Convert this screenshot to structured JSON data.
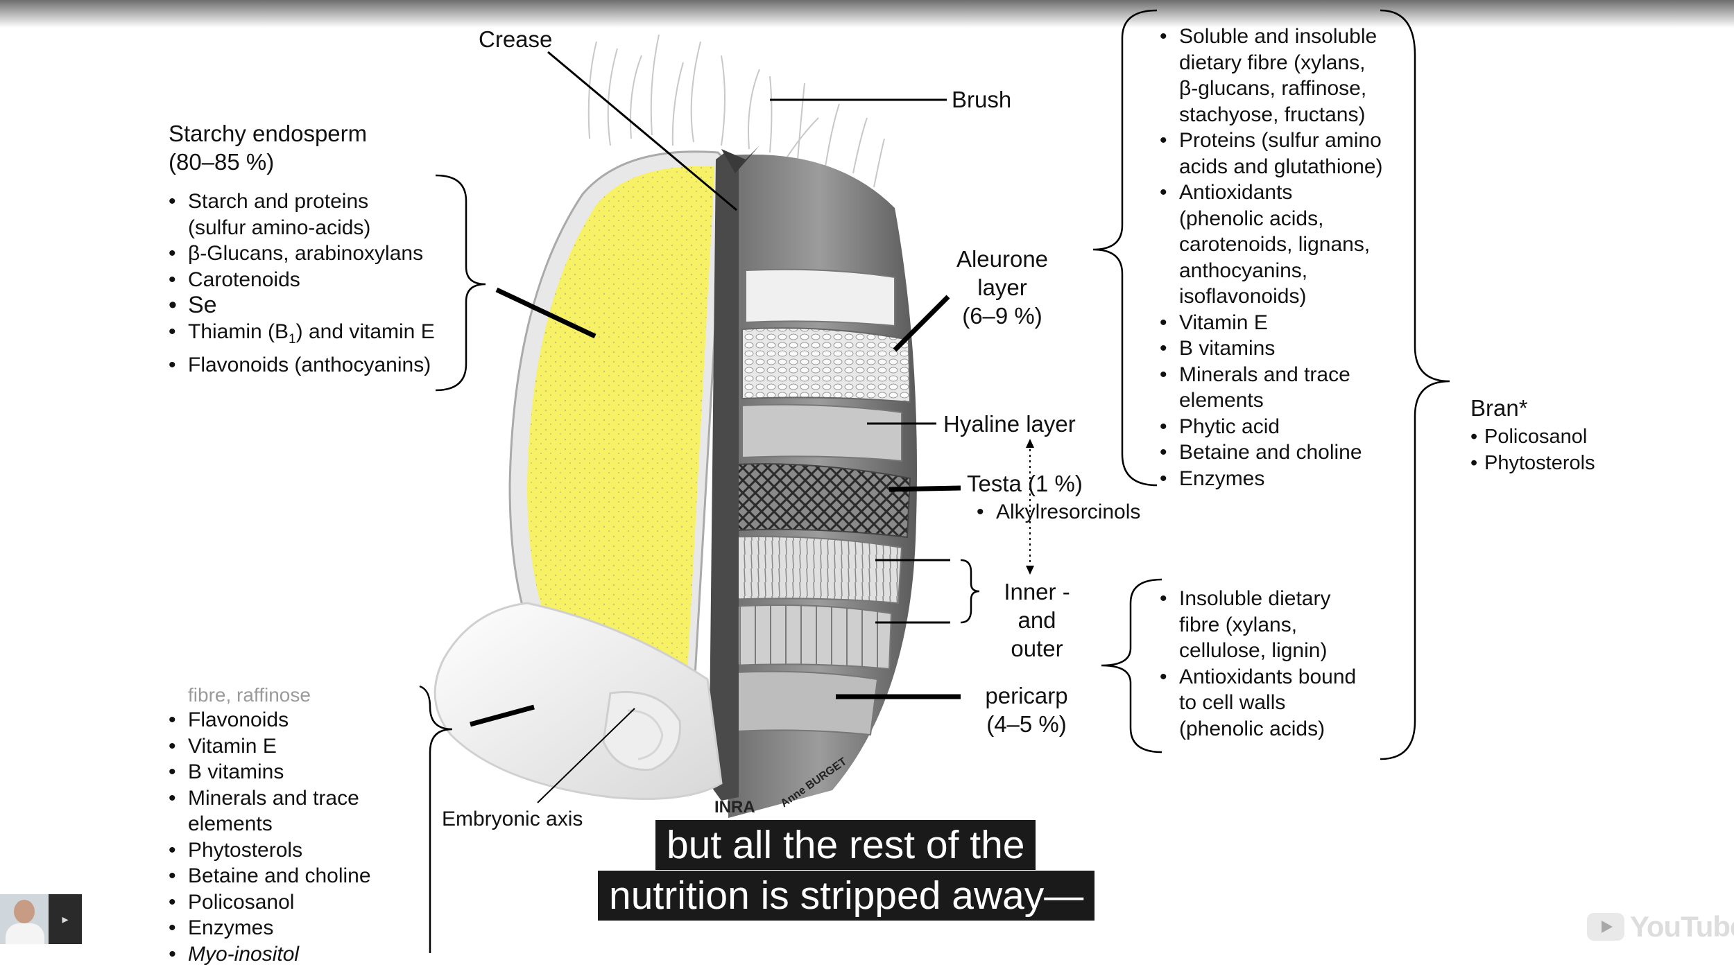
{
  "labels": {
    "crease": "Crease",
    "brush": "Brush",
    "aleurone_1": "Aleurone",
    "aleurone_2": "layer",
    "aleurone_3": "(6–9 %)",
    "hyaline": "Hyaline layer",
    "testa": "Testa (1 %)",
    "inner_1": "Inner -",
    "inner_2": "and",
    "inner_3": "outer",
    "pericarp_1": "pericarp",
    "pericarp_2": "(4–5 %)",
    "embryonic_axis": "Embryonic axis",
    "credit_inra": "INRA",
    "credit_author": "Anne BURGET"
  },
  "endosperm": {
    "title_1": "Starchy endosperm",
    "title_2": "(80–85 %)",
    "items": [
      "Starch and proteins",
      "(sulfur amino-acids)",
      "β-Glucans, arabinoxylans",
      "Carotenoids",
      "Se",
      "Thiamin (B",
      "1",
      ") and vitamin E",
      "Flavonoids (anthocyanins)"
    ]
  },
  "germ": {
    "partial": "fibre, raffinose",
    "items": [
      "Flavonoids",
      "Vitamin E",
      "B vitamins",
      "Minerals and trace",
      "elements",
      "Phytosterols",
      "Betaine and choline",
      "Policosanol",
      "Enzymes",
      "Myo-inositol"
    ]
  },
  "aleurone_list": [
    "Soluble and insoluble",
    "dietary fibre (xylans,",
    "β-glucans, raffinose,",
    "stachyose, fructans)",
    "Proteins (sulfur amino",
    "acids and glutathione)",
    "Antioxidants",
    "(phenolic acids,",
    "carotenoids, lignans,",
    "anthocyanins,",
    "isoflavonoids)",
    "Vitamin E",
    "B vitamins",
    "Minerals and trace",
    "elements",
    "Phytic acid",
    "Betaine and choline",
    "Enzymes"
  ],
  "testa_list": [
    "Alkylresorcinols"
  ],
  "pericarp_list": [
    "Insoluble dietary",
    "fibre (xylans,",
    "cellulose, lignin)",
    "Antioxidants bound",
    "to cell walls",
    "(phenolic acids)"
  ],
  "bran": {
    "title": "Bran*",
    "items": [
      "Policosanol",
      "Phytosterols"
    ]
  },
  "caption": {
    "line1": "but all the rest of the",
    "line2": "nutrition is stripped away—"
  },
  "youtube": {
    "logo_text": "YouTube"
  },
  "colors": {
    "endosperm_fill": "#f7f166",
    "caption_bg": "#1a1a1a"
  }
}
